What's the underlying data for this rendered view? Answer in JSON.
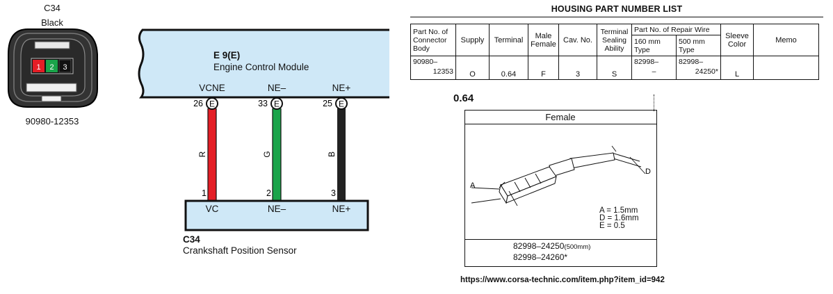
{
  "connector": {
    "id": "C34",
    "color": "Black",
    "part_number": "90980-12353",
    "pins": [
      {
        "num": "1",
        "color": "#e41e26"
      },
      {
        "num": "2",
        "color": "#1aa44a"
      },
      {
        "num": "3",
        "color": "#111111"
      }
    ]
  },
  "ecm": {
    "code": "E 9(E)",
    "name": "Engine Control Module",
    "pins": [
      {
        "signal": "VCNE",
        "num": "26",
        "tag": "E"
      },
      {
        "signal": "NE–",
        "num": "33",
        "tag": "E"
      },
      {
        "signal": "NE+",
        "num": "25",
        "tag": "E"
      }
    ]
  },
  "wires": [
    {
      "code": "R",
      "color": "#e41e26",
      "sensor_pin": "1"
    },
    {
      "code": "G",
      "color": "#1aa44a",
      "sensor_pin": "2"
    },
    {
      "code": "B",
      "color": "#222222",
      "sensor_pin": "3"
    }
  ],
  "sensor": {
    "code": "C34",
    "name": "Crankshaft Position Sensor",
    "pins": [
      "VC",
      "NE–",
      "NE+"
    ]
  },
  "colors": {
    "module_fill": "#cfe8f7",
    "line": "#111111"
  },
  "housing_table": {
    "title": "HOUSING PART NUMBER LIST",
    "headers": {
      "part_no": "Part No. of Connector Body",
      "supply": "Supply",
      "terminal": "Terminal",
      "male_female": "Male Female",
      "cav_no": "Cav. No.",
      "sealing": "Terminal Sealing Ability",
      "repair_wire": "Part No. of Repair Wire",
      "wire_160": "160 mm Type",
      "wire_500": "500 mm Type",
      "sleeve": "Sleeve Color",
      "memo": "Memo"
    },
    "row": {
      "part_no_1": "90980–",
      "part_no_2": "12353",
      "supply": "O",
      "terminal": "0.64",
      "male_female": "F",
      "cav_no": "3",
      "sealing": "S",
      "wire_160_1": "82998–",
      "wire_160_2": "–",
      "wire_500_1": "82998–",
      "wire_500_2": "24250*",
      "sleeve": "L",
      "memo": ""
    }
  },
  "terminal_detail": {
    "size": "0.64",
    "type": "Female",
    "label_a": "A",
    "label_d": "D",
    "dims": [
      "A = 1.5mm",
      "D = 1.6mm",
      "E = 0.5"
    ],
    "part_1": "82998–24250",
    "part_1_note": "(500mm)",
    "part_2": "82998–24260*"
  },
  "footer_url": "https://www.corsa-technic.com/item.php?item_id=942"
}
